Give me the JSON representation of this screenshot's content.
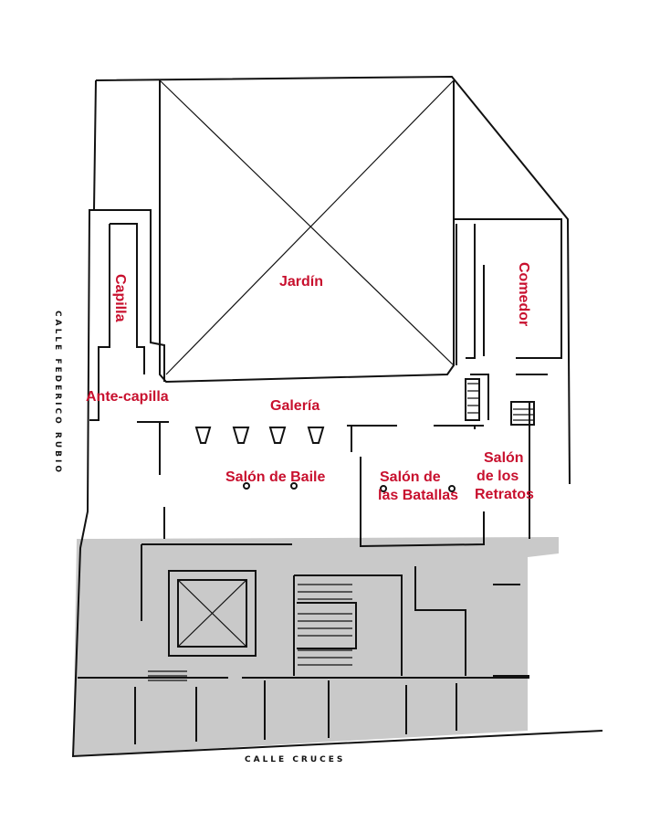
{
  "title": "Floor plan",
  "colors": {
    "label": "#c8102e",
    "shaded": "#c9c9c9",
    "walls": "#111111"
  },
  "streets": {
    "west": "CALLE FEDERICO RUBIO",
    "south": "CALLE CRUCES"
  },
  "rooms": {
    "capilla": "Capilla",
    "jardin": "Jardín",
    "comedor": "Comedor",
    "antecapilla": "Ante-capilla",
    "galeria": "Galería",
    "salon_baile": "Salón de Baile",
    "salon_batallas_1": "Salón de",
    "salon_batallas_2": "las Batallas",
    "salon_retratos_1": "Salón",
    "salon_retratos_2": "de los",
    "salon_retratos_3": "Retratos"
  }
}
